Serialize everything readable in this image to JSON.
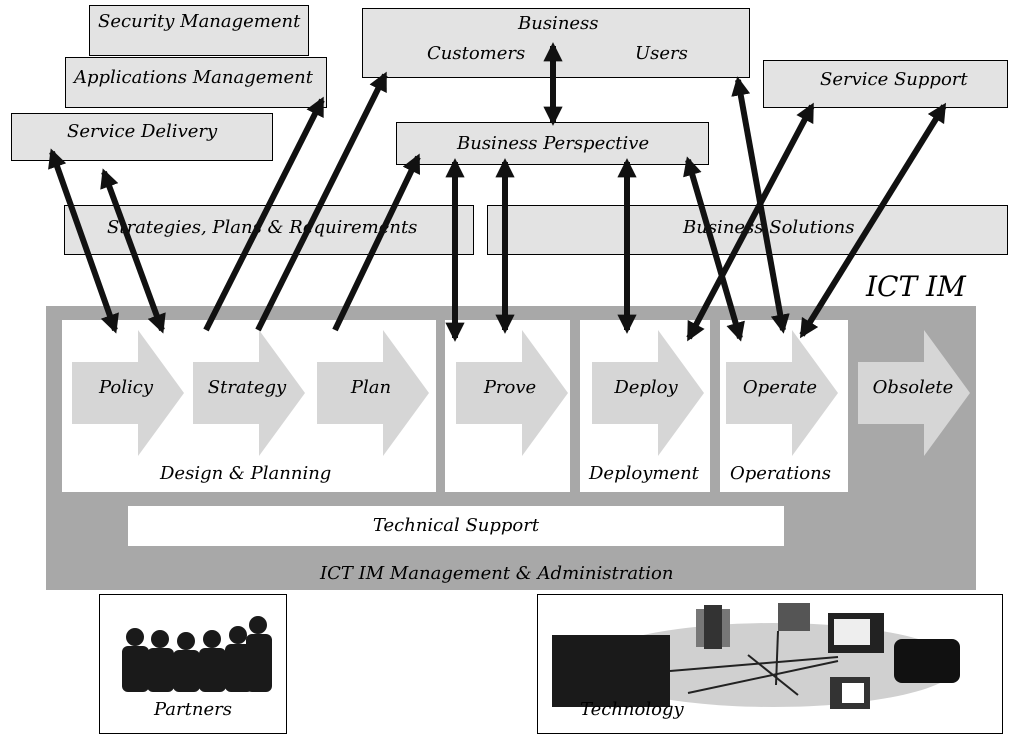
{
  "top_boxes": {
    "security_management": "Security Management",
    "applications_management": "Applications Management",
    "service_delivery": "Service Delivery",
    "business": "Business",
    "customers": "Customers",
    "users": "Users",
    "service_support": "Service Support",
    "business_perspective": "Business Perspective",
    "strategies_plans": "Strategies, Plans & Requirements",
    "business_solutions": "Business Solutions"
  },
  "main_panel": {
    "title": "ICT IM",
    "footer": "ICT IM Management  & Administration",
    "technical_support": "Technical Support",
    "groups": {
      "design_planning": "Design & Planning",
      "deployment": "Deployment",
      "operations": "Operations"
    },
    "stages": [
      {
        "label": "Policy"
      },
      {
        "label": "Strategy"
      },
      {
        "label": "Plan"
      },
      {
        "label": "Prove"
      },
      {
        "label": "Deploy"
      },
      {
        "label": "Operate"
      },
      {
        "label": "Obsolete"
      }
    ]
  },
  "bottom": {
    "partners": "Partners",
    "technology": "Technology"
  },
  "colors": {
    "panel": "#a8a8a8",
    "box_fill": "#e3e3e3",
    "stage_arrow": "#d6d6d6",
    "arrow": "#111111"
  }
}
